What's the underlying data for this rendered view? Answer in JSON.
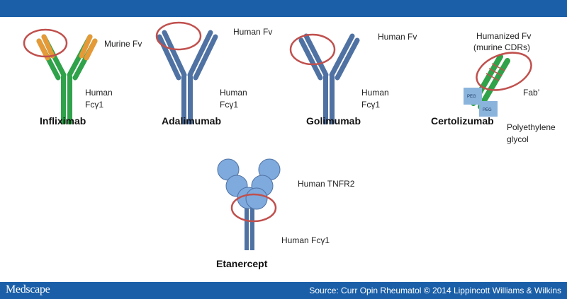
{
  "footer": {
    "logo": "Medscape",
    "source": "Source: Curr Opin Rheumatol © 2014 Lippincott Williams & Wilkins"
  },
  "diagram": {
    "infliximab": {
      "name": "Infliximab",
      "fv_label": "Murine Fv",
      "fc_label_1": "Human",
      "fc_label_2": "Fcγ1"
    },
    "adalimumab": {
      "name": "Adalimumab",
      "fv_label": "Human Fv",
      "fc_label_1": "Human",
      "fc_label_2": "Fcγ1"
    },
    "golimumab": {
      "name": "Golimumab",
      "fv_label": "Human Fv",
      "fc_label_1": "Human",
      "fc_label_2": "Fcγ1"
    },
    "certolizumab": {
      "name": "Certolizumab",
      "fv_label_1": "Humanized Fv",
      "fv_label_2": "(murine CDRs)",
      "fab_label": "Fab’",
      "peg_label": "PEG",
      "peg_label_1": "Polyethylene",
      "peg_label_2": "glycol"
    },
    "etanercept": {
      "name": "Etanercept",
      "tnfr_label": "Human TNFR2",
      "fc_label": "Human Fcγ1"
    }
  },
  "colors": {
    "header": "#1a5fa8",
    "ab_blue": "#4f72a3",
    "ab_green": "#2fa24a",
    "murine_orange": "#e59a37",
    "highlight_ring": "#c0504d",
    "tnfr_blue": "#7faadd",
    "peg_blue": "#8bb4dc"
  }
}
